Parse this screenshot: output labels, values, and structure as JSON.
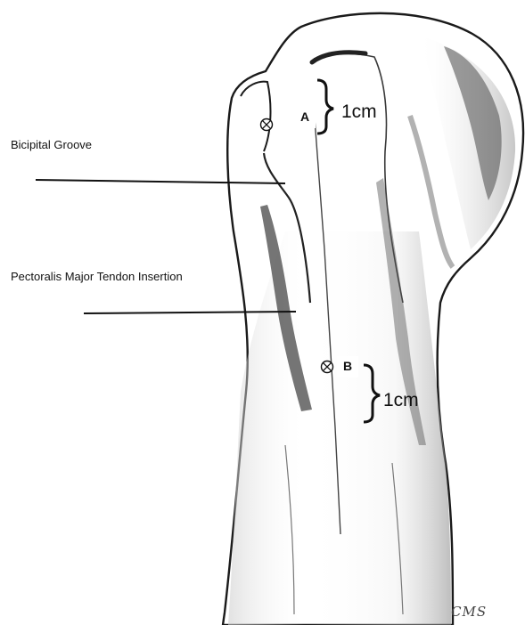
{
  "labels": {
    "bicipital_groove": "Bicipital Groove",
    "pectoralis_insertion": "Pectoralis Major Tendon Insertion"
  },
  "markers": {
    "a": {
      "letter": "A",
      "measure": "1cm"
    },
    "b": {
      "letter": "B",
      "measure": "1cm"
    }
  },
  "colors": {
    "line": "#111111",
    "shade": "#5a5a5a"
  }
}
